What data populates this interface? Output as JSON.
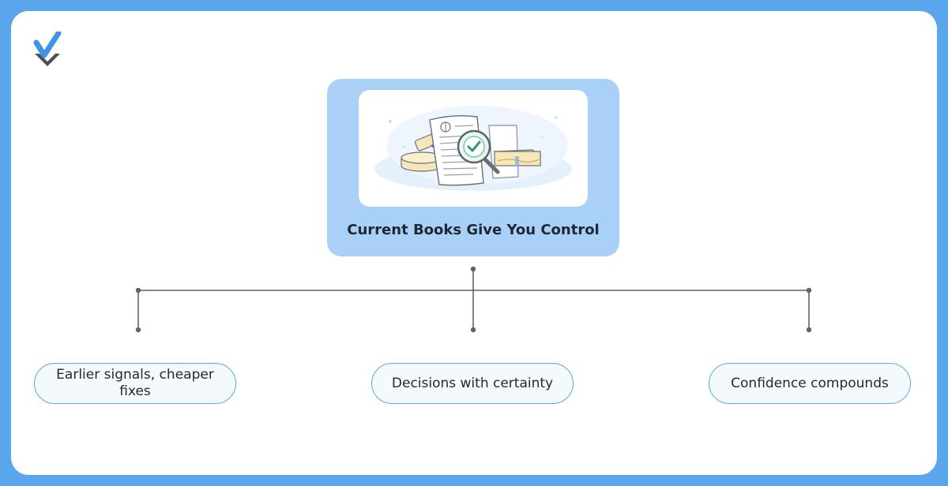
{
  "diagram": {
    "root": {
      "title": "Current Books Give You Control"
    },
    "children": [
      {
        "label": "Earlier signals, cheaper fixes"
      },
      {
        "label": "Decisions with certainty"
      },
      {
        "label": "Confidence compounds"
      }
    ]
  },
  "colors": {
    "background": "#5aa6ec",
    "card": "#ffffff",
    "root_fill": "#a9d1f7",
    "pill_border": "#5aa6ec",
    "pill_fill": "#f4f9fe",
    "connector": "#5f6368",
    "text": "#1f2733",
    "logo_blue": "#3d95e6",
    "logo_gray": "#4a4f57"
  },
  "icons": {
    "logo": "x-check-logo-icon",
    "illustration": "ledger-audit-illustration"
  }
}
